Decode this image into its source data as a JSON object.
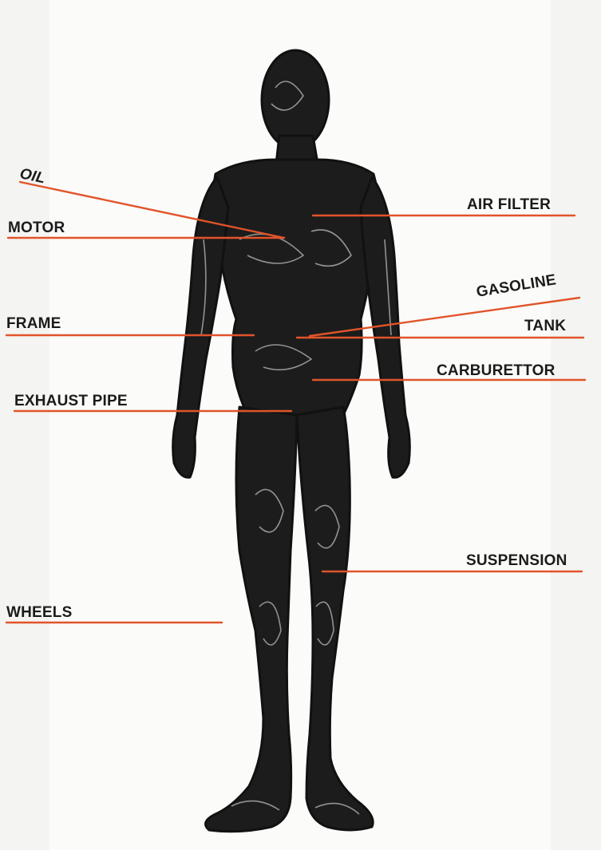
{
  "colors": {
    "leader_line": "#e1542a",
    "ink": "#111111",
    "label_text": "#1b1b1b",
    "paper": "#fbfbf9",
    "background": "#f4f4f2"
  },
  "figure": {
    "subject": "hand-drawn human figure sketch"
  },
  "labels": {
    "oil": "OIL",
    "motor": "MOTOR",
    "air_filter": "AIR FILTER",
    "frame": "FRAME",
    "gasoline": "GASOLINE",
    "tank": "TANK",
    "carburettor": "CARBURETTOR",
    "exhaust_pipe": "EXHAUST PIPE",
    "suspension": "SUSPENSION",
    "wheels": "WHEELS"
  }
}
